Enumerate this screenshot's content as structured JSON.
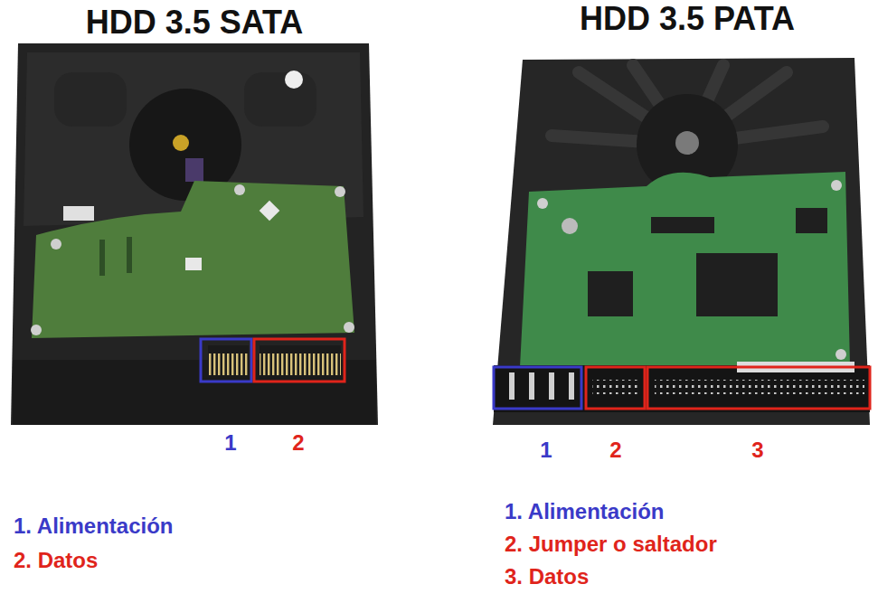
{
  "diagram": {
    "labels": [
      "HDD 3.5 SATA",
      "HDD 3.5 PATA",
      "1",
      "2",
      "1",
      "2",
      "3",
      "1. Alimentación",
      "2. Datos",
      "1. Alimentación",
      "2. Jumper o saltador",
      "3. Datos"
    ]
  }
}
